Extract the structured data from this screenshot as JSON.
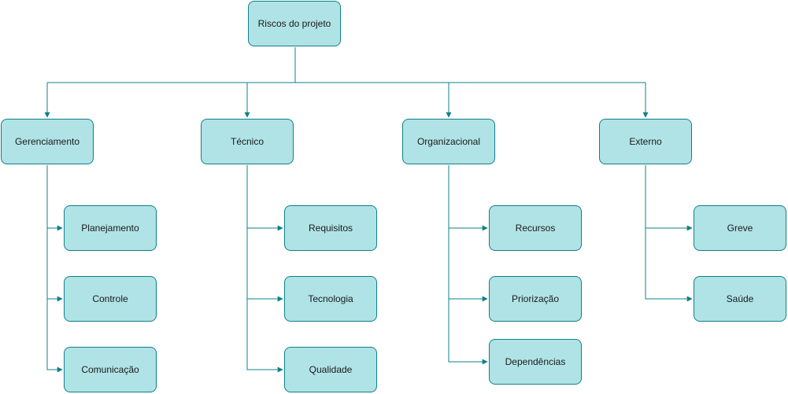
{
  "root": {
    "label": "Riscos do projeto"
  },
  "categories": [
    {
      "label": "Gerenciamento",
      "children": [
        {
          "label": "Planejamento"
        },
        {
          "label": "Controle"
        },
        {
          "label": "Comunicação"
        }
      ]
    },
    {
      "label": "Técnico",
      "children": [
        {
          "label": "Requisitos"
        },
        {
          "label": "Tecnologia"
        },
        {
          "label": "Qualidade"
        }
      ]
    },
    {
      "label": "Organizacional",
      "children": [
        {
          "label": "Recursos"
        },
        {
          "label": "Priorização"
        },
        {
          "label": "Dependências"
        }
      ]
    },
    {
      "label": "Externo",
      "children": [
        {
          "label": "Greve"
        },
        {
          "label": "Saúde"
        }
      ]
    }
  ],
  "colors": {
    "fill": "#b0e3e6",
    "stroke": "#0e8088"
  }
}
